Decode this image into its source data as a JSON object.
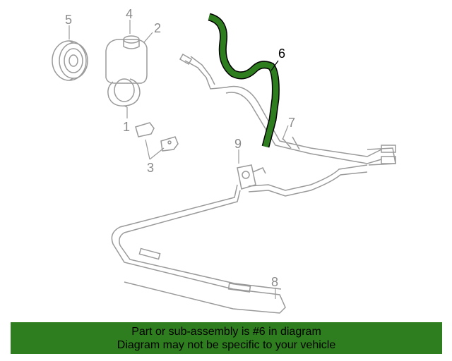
{
  "callouts": {
    "c1": "1",
    "c2": "2",
    "c3": "3",
    "c4": "4",
    "c5": "5",
    "c6": "6",
    "c7": "7",
    "c8": "8",
    "c9": "9"
  },
  "banner": {
    "line1": "Part or sub-assembly is #6 in diagram",
    "line2": "Diagram may not be specific to your vehicle"
  },
  "colors": {
    "highlight_part": "#2e7d1e",
    "banner_bg": "#2e7d1e",
    "line_art": "#9a9a9a"
  }
}
